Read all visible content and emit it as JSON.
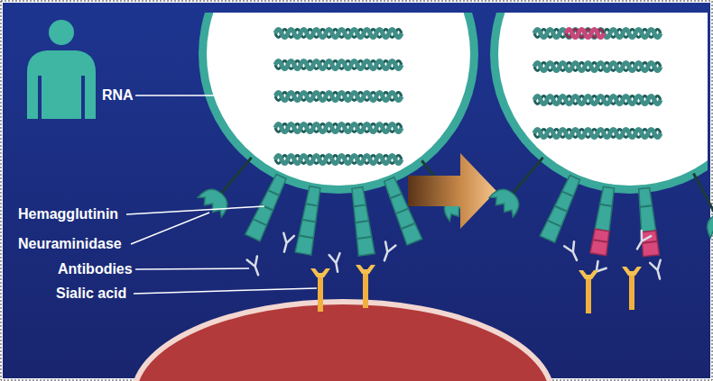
{
  "diagram": {
    "labels": [
      "RNA",
      "Hemagglutinin",
      "Neuraminidase",
      "Antibodies",
      "Sialic acid"
    ]
  }
}
